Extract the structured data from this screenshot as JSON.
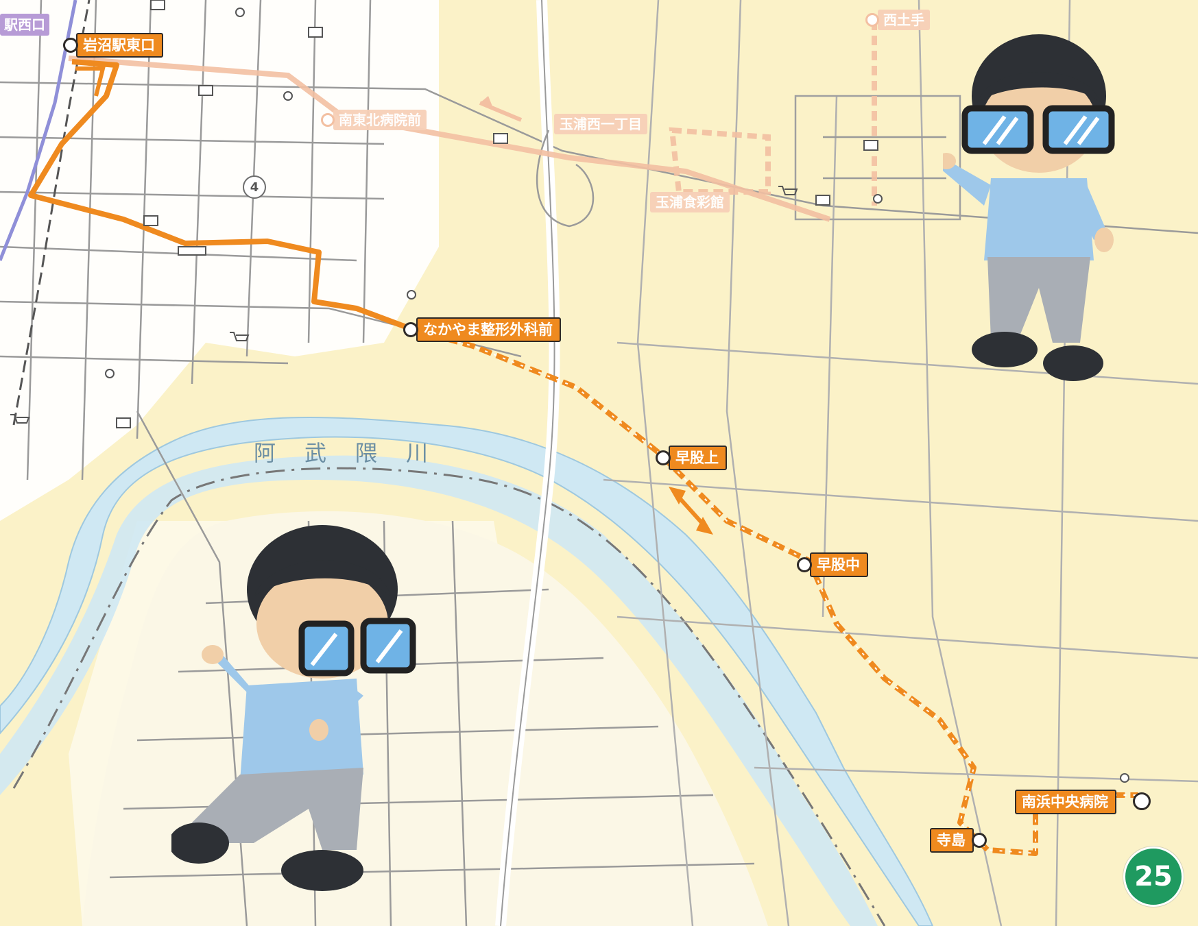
{
  "river": {
    "name": "阿武隈川"
  },
  "route": {
    "number": "4"
  },
  "page": {
    "number": "25"
  },
  "stops": [
    {
      "id": "iwanuma-east",
      "label": "岩沼駅東口"
    },
    {
      "id": "nakayama",
      "label": "なかやま整形外科前"
    },
    {
      "id": "hayamata-kami",
      "label": "早股上"
    },
    {
      "id": "hayamata-naka",
      "label": "早股中"
    },
    {
      "id": "terajima",
      "label": "寺島"
    },
    {
      "id": "minamihama",
      "label": "南浜中央病院"
    }
  ],
  "other_line_stops": [
    {
      "id": "west-exit",
      "label": "駅西口"
    },
    {
      "id": "nishijute",
      "label": "西土手"
    },
    {
      "id": "minami-tohoku",
      "label": "南東北病院前"
    },
    {
      "id": "tamaura-nishi",
      "label": "玉浦西一丁目"
    },
    {
      "id": "tamaura-shokusai",
      "label": "玉浦食彩館"
    }
  ],
  "colors": {
    "route": "#ef8a1f",
    "ghost_route": "#f3c0a2",
    "river": "#cfe8f3",
    "land": "#fbf2c8",
    "page_badge": "#1f9a60",
    "purple_line": "#9d8fd0"
  },
  "icons": [
    "convenience-store-icon",
    "shopping-cart-icon",
    "bus-icon",
    "post-office-icon",
    "school-icon",
    "shrine-icon",
    "bank-icon",
    "hospital-icon"
  ]
}
